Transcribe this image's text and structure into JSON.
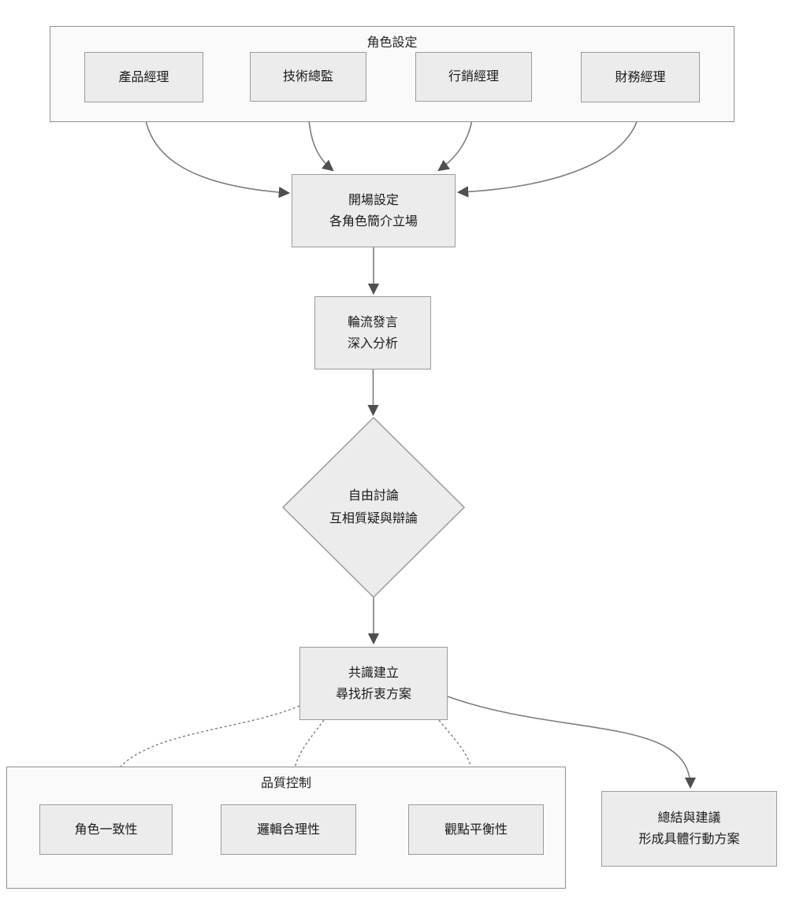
{
  "diagram": {
    "containers": {
      "roles": {
        "title": "角色設定"
      },
      "quality": {
        "title": "品質控制"
      }
    },
    "nodes": {
      "product_manager": {
        "label": "產品經理"
      },
      "tech_director": {
        "label": "技術總監"
      },
      "marketing_manager": {
        "label": "行銷經理"
      },
      "finance_manager": {
        "label": "財務經理"
      },
      "opening": {
        "label": "開場設定\n各角色簡介立場"
      },
      "turn_speaking": {
        "label": "輪流發言\n深入分析"
      },
      "free_discussion": {
        "label": "自由討論\n互相質疑與辯論"
      },
      "consensus": {
        "label": "共識建立\n尋找折衷方案"
      },
      "role_consistency": {
        "label": "角色一致性"
      },
      "logic_rationality": {
        "label": "邏輯合理性"
      },
      "viewpoint_balance": {
        "label": "觀點平衡性"
      },
      "summary": {
        "label": "總結與建議\n形成具體行動方案"
      }
    },
    "colors": {
      "node_fill": "#ececec",
      "node_border": "#9b9b9b",
      "container_fill": "#fafafa",
      "container_border": "#8f8f8f",
      "edge_line": "#7c7c7c",
      "arrowhead": "#4f4f4f",
      "text": "#1a1a1a",
      "background": "#ffffff"
    }
  }
}
